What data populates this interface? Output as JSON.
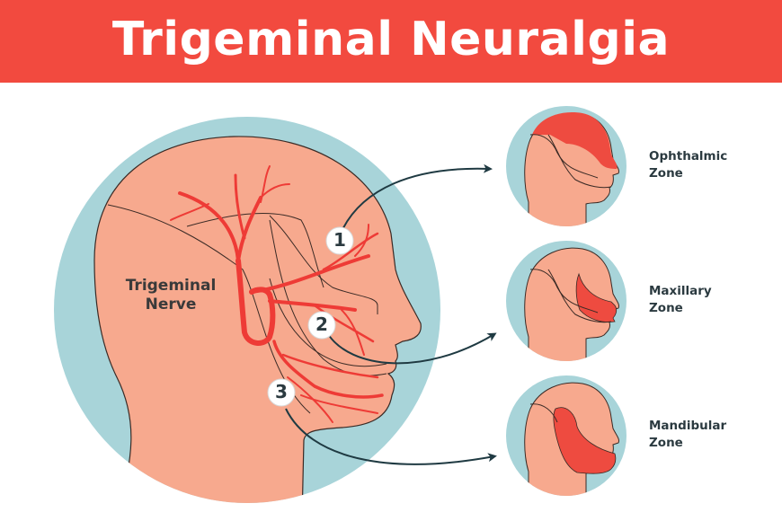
{
  "header": {
    "title": "Trigeminal Neuralgia",
    "background_color": "#f24a3f",
    "text_color": "#ffffff"
  },
  "main_diagram": {
    "nerve_label_line1": "Trigeminal",
    "nerve_label_line2": "Nerve",
    "markers": [
      {
        "number": "1",
        "branch": "Ophthalmic"
      },
      {
        "number": "2",
        "branch": "Maxillary"
      },
      {
        "number": "3",
        "branch": "Mandibular"
      }
    ],
    "colors": {
      "circle_bg": "#a8d4d9",
      "skin": "#f7a98e",
      "nerve": "#ee3b36",
      "outline": "#3a2a25",
      "arrow": "#1f3a42"
    }
  },
  "zones": [
    {
      "name_line1": "Ophthalmic",
      "name_line2": "Zone"
    },
    {
      "name_line1": "Maxillary",
      "name_line2": "Zone"
    },
    {
      "name_line1": "Mandibular",
      "name_line2": "Zone"
    }
  ]
}
